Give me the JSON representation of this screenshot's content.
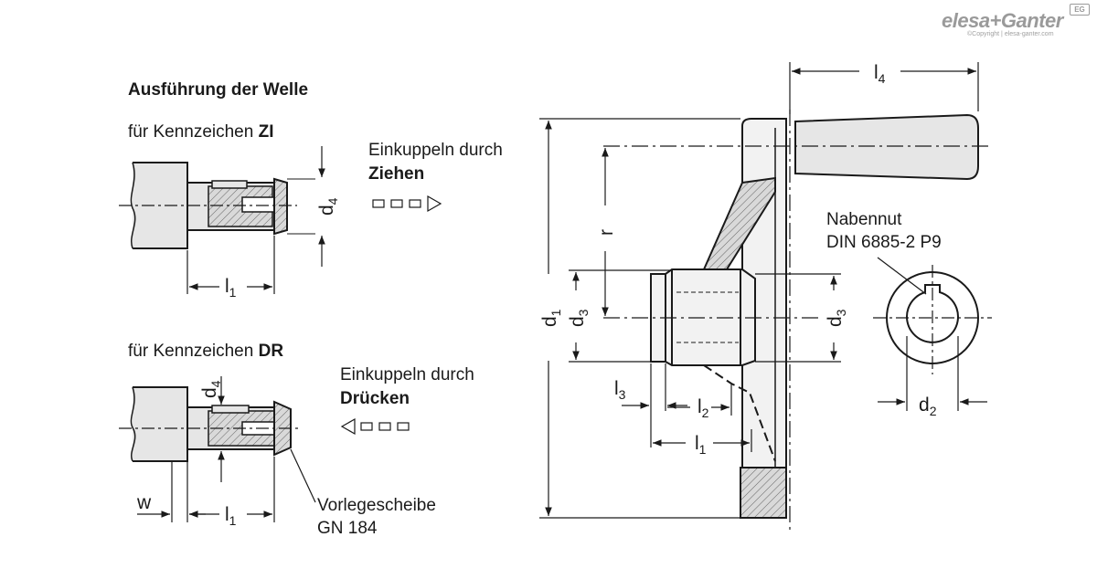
{
  "brand": {
    "name": "elesa+Ganter",
    "copyright": "©Copyright | elesa-ganter.com",
    "badge": "EG"
  },
  "section_title": "Ausführung der Welle",
  "zi": {
    "prefix": "für Kennzeichen ",
    "code": "ZI",
    "action_line1": "Einkuppeln durch",
    "action_line2": "Ziehen"
  },
  "dr": {
    "prefix": "für Kennzeichen ",
    "code": "DR",
    "action_line1": "Einkuppeln durch",
    "action_line2": "Drücken"
  },
  "washer": {
    "line1": "Vorlegescheibe",
    "line2": "GN 184"
  },
  "keyway": {
    "line1": "Nabennut",
    "line2": "DIN 6885-2 P9"
  },
  "dimensions": {
    "d": "d",
    "l": "l",
    "r": "r",
    "w": "w",
    "sub1": "1",
    "sub2": "2",
    "sub3": "3",
    "sub4": "4"
  }
}
